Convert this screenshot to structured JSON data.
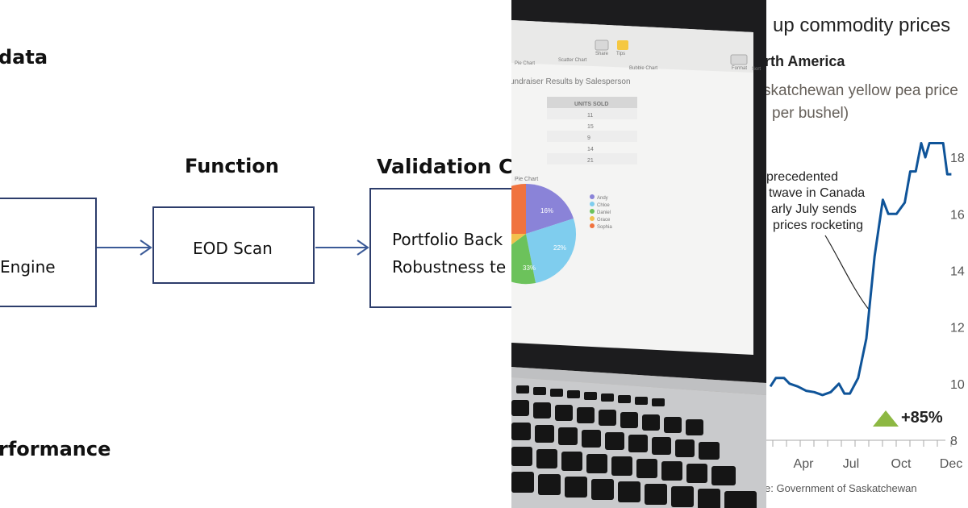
{
  "diagram": {
    "headers": {
      "data": "data",
      "function": "Function",
      "validation": "Validation Ch",
      "performance": "rformance"
    },
    "boxes": {
      "engine": "Engine",
      "eod": "EOD Scan",
      "portfolio_line1": "Portfolio Back",
      "portfolio_line2": "Robustness te"
    }
  },
  "laptop": {
    "toolbar": {
      "share": "Share",
      "tips": "Tips",
      "format": "Format",
      "sort": "Sort"
    },
    "tabs": {
      "column": "Pie Chart",
      "scatter": "Scatter Chart",
      "bubble": "Bubble Chart"
    },
    "table_title": "undraiser Results by Salesperson",
    "table_header": "UNITS SOLD",
    "table_values": [
      "11",
      "15",
      "9",
      "14",
      "21"
    ],
    "pie_title": "Pie Chart",
    "pie_labels": [
      "16%",
      "22%",
      "33%"
    ],
    "legend": [
      "Andy",
      "Chloe",
      "Daniel",
      "Grace",
      "Sophia"
    ],
    "legend_colors": [
      "#8a83d8",
      "#7fcdee",
      "#6cc25b",
      "#f2c14e",
      "#f0733f"
    ]
  },
  "ft": {
    "title": "up commodity prices",
    "subtitle": "rth America",
    "desc_line1": "skatchewan yellow pea price",
    "desc_line2": "per bushel)",
    "annotation": [
      "precedented",
      "twave in Canada",
      "arly July sends",
      "prices rocketing"
    ],
    "change_label": "+85%",
    "source": "e: Government of Saskatchewan",
    "colors": {
      "line": "#0f5499",
      "triangle": "#8db843"
    }
  },
  "chart_data": {
    "type": "line",
    "title": "",
    "xlabel": "",
    "ylabel": "",
    "x_ticks": [
      "Apr",
      "Jul",
      "Oct",
      "Dec"
    ],
    "y_ticks": [
      "8",
      "10",
      "12",
      "14",
      "16",
      "18"
    ],
    "ylim": [
      8,
      19
    ],
    "series": [
      {
        "values": [
          [
            0,
            9.9
          ],
          [
            0.2,
            10.2
          ],
          [
            0.5,
            10.2
          ],
          [
            0.7,
            10.0
          ],
          [
            1.0,
            9.9
          ],
          [
            1.3,
            9.75
          ],
          [
            1.6,
            9.7
          ],
          [
            1.9,
            9.6
          ],
          [
            2.2,
            9.7
          ],
          [
            2.5,
            10.0
          ],
          [
            2.7,
            9.65
          ],
          [
            2.9,
            9.65
          ],
          [
            3.2,
            10.2
          ],
          [
            3.5,
            11.6
          ],
          [
            3.8,
            14.5
          ],
          [
            4.1,
            16.5
          ],
          [
            4.3,
            16.0
          ],
          [
            4.6,
            16.0
          ],
          [
            4.9,
            16.4
          ],
          [
            5.1,
            17.5
          ],
          [
            5.3,
            17.5
          ],
          [
            5.5,
            18.5
          ],
          [
            5.65,
            18.0
          ],
          [
            5.8,
            18.5
          ],
          [
            6.0,
            18.5
          ],
          [
            6.3,
            18.5
          ],
          [
            6.45,
            17.4
          ],
          [
            6.6,
            17.4
          ]
        ]
      }
    ],
    "grid": false
  }
}
